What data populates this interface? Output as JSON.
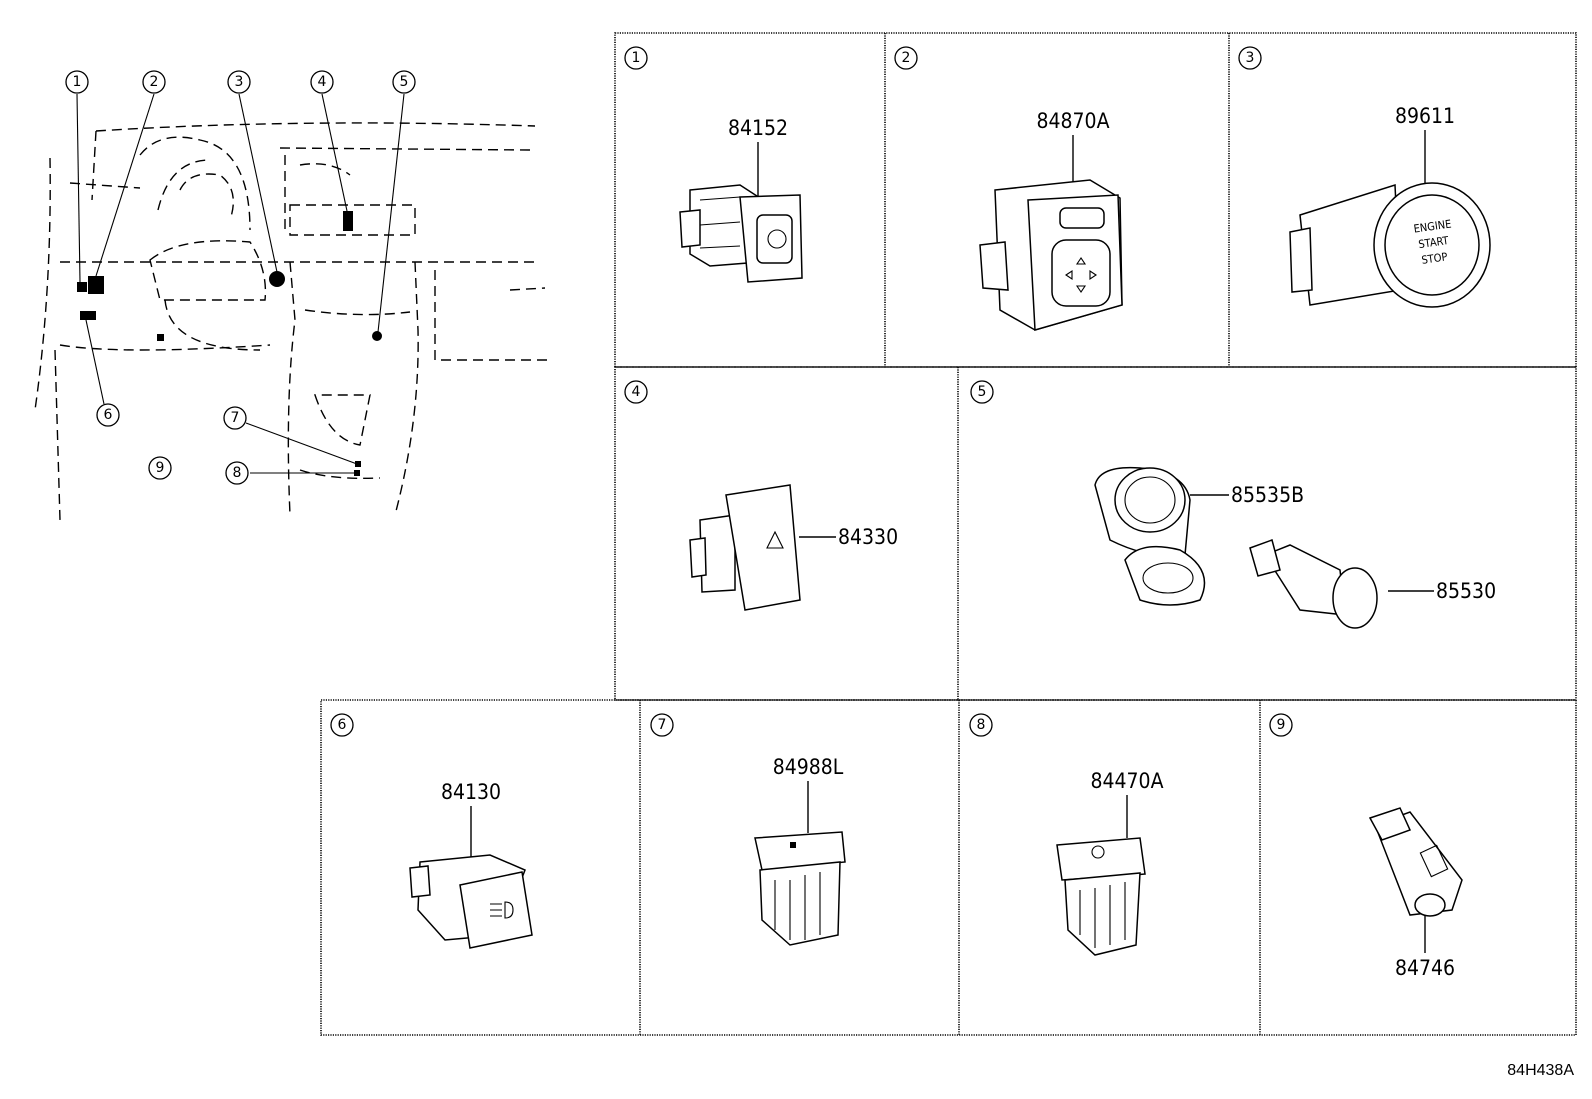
{
  "overview": {
    "callouts": [
      "1",
      "2",
      "3",
      "4",
      "5",
      "6",
      "7",
      "8",
      "9"
    ]
  },
  "panels": [
    {
      "index": "1",
      "part": "84152"
    },
    {
      "index": "2",
      "part": "84870A"
    },
    {
      "index": "3",
      "part": "89611"
    },
    {
      "index": "4",
      "part": "84330"
    },
    {
      "index": "5",
      "parts": [
        "85535B",
        "85530"
      ]
    },
    {
      "index": "6",
      "part": "84130"
    },
    {
      "index": "7",
      "part": "84988L"
    },
    {
      "index": "8",
      "part": "84470A"
    },
    {
      "index": "9",
      "part": "84746"
    }
  ],
  "start_button": {
    "line1": "ENGINE",
    "line2": "START",
    "line3": "STOP"
  },
  "drawing_code": "84H438A"
}
